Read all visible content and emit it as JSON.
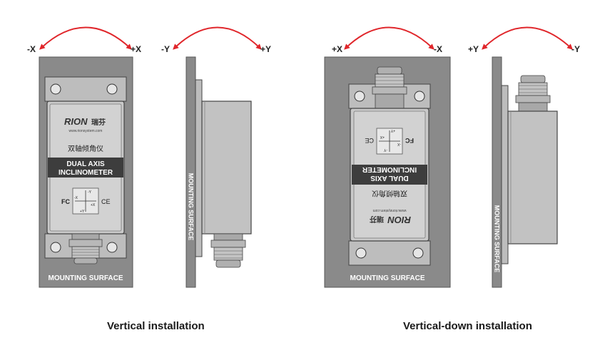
{
  "colors": {
    "arrow": "#e0262b",
    "surface": "#8a8a8a",
    "device": "#bdbdbd",
    "device_dark": "#8c8c8c",
    "band": "#3d3d3d",
    "text_dark": "#222222"
  },
  "vertical": {
    "caption": "Vertical installation",
    "front": {
      "arrow_left": "-X",
      "arrow_right": "+X",
      "surface_label": "MOUNTING SURFACE",
      "brand": "RION",
      "brand_cn": "瑞芬",
      "website": "www.rionsystem.com",
      "product_cn": "双轴倾角仪",
      "band_line1": "DUAL AXIS",
      "band_line2": "INCLINOMETER",
      "fc_mark": "FC",
      "ce_mark": "CE",
      "axis_labels": [
        "-Y",
        "-X",
        "+X",
        "+Y"
      ]
    },
    "side": {
      "arrow_left": "-Y",
      "arrow_right": "+Y",
      "surface_label": "MOUNTING SURFACE"
    }
  },
  "vertical_down": {
    "caption": "Vertical-down installation",
    "front": {
      "arrow_left": "+X",
      "arrow_right": "-X",
      "surface_label": "MOUNTING SURFACE",
      "brand": "RION",
      "brand_cn": "瑞芬",
      "website": "www.rionsystem.com",
      "product_cn": "双轴倾角仪",
      "band_line1": "DUAL AXIS",
      "band_line2": "INCLINOMETER",
      "fc_mark": "FC",
      "ce_mark": "CE",
      "axis_labels": [
        "-Y",
        "-X",
        "+X",
        "+Y"
      ]
    },
    "side": {
      "arrow_left": "+Y",
      "arrow_right": "-Y",
      "surface_label": "MOUNTING SURFACE"
    }
  }
}
